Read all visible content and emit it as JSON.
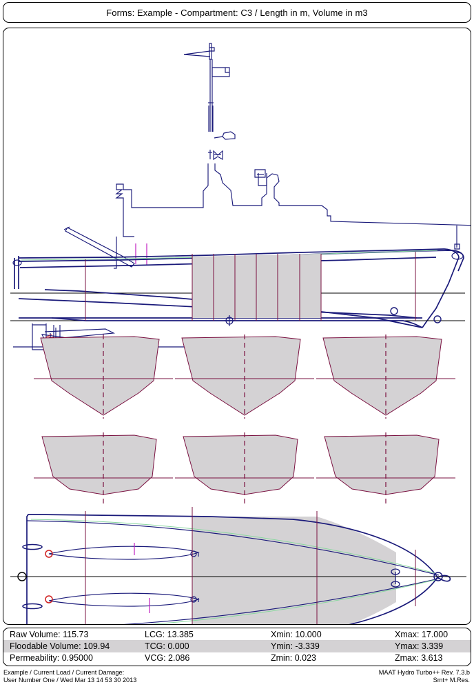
{
  "window": {
    "title": "Forms: Example - Compartment: C3 / Length in m, Volume in m3"
  },
  "drawing": {
    "views": [
      {
        "name": "profile-view",
        "label": "Ship profile / side elevation with shaded compartment C3"
      },
      {
        "name": "sections-view",
        "label": "Transverse body sections, 6 stations, shaded"
      },
      {
        "name": "plan-view",
        "label": "Waterplane / plan view with shaded compartment C3"
      }
    ],
    "colors": {
      "hull_line": "#1a1a7a",
      "station_line": "#7a1040",
      "compartment_fill": "#d4d2d4",
      "compartment_edge": "#7a1040",
      "waterline": "#000000",
      "deck_green": "#8ad8a0",
      "magenta_mark": "#c020c0",
      "red_mark": "#d02020"
    },
    "compartment_id": "C3",
    "station_count": 6
  },
  "results": {
    "rows": [
      [
        {
          "label": "Raw Volume:",
          "value": "115.73"
        },
        {
          "label": "LCG:",
          "value": "13.385"
        },
        {
          "label": "Xmin:",
          "value": "10.000"
        },
        {
          "label": "Xmax:",
          "value": "17.000"
        }
      ],
      [
        {
          "label": "Floodable Volume:",
          "value": "109.94"
        },
        {
          "label": "TCG:",
          "value": "0.000"
        },
        {
          "label": "Ymin:",
          "value": "-3.339"
        },
        {
          "label": "Ymax:",
          "value": "3.339"
        }
      ],
      [
        {
          "label": "Permeability:",
          "value": "0.95000"
        },
        {
          "label": "VCG:",
          "value": "2.086"
        },
        {
          "label": "Zmin:",
          "value": "0.023"
        },
        {
          "label": "Zmax:",
          "value": "3.613"
        }
      ]
    ],
    "cells": {
      "r0c0": "Raw Volume: 115.73",
      "r0c1": "LCG: 13.385",
      "r0c2": "Xmin: 10.000",
      "r0c3": "Xmax: 17.000",
      "r1c0": "Floodable Volume: 109.94",
      "r1c1": "TCG: 0.000",
      "r1c2": "Ymin: -3.339",
      "r1c3": "Ymax: 3.339",
      "r2c0": "Permeability: 0.95000",
      "r2c1": "VCG: 2.086",
      "r2c2": "Zmin: 0.023",
      "r2c3": "Zmax: 3.613"
    }
  },
  "footer": {
    "left_line1": "Example / Current Load / Current Damage:",
    "left_line2": "User Number One / Wed Mar 13 14 53 30 2013",
    "right_line1": "MAAT Hydro Turbo++ Rev. 7.3.b",
    "right_line2": "Smt+ M.Res."
  }
}
